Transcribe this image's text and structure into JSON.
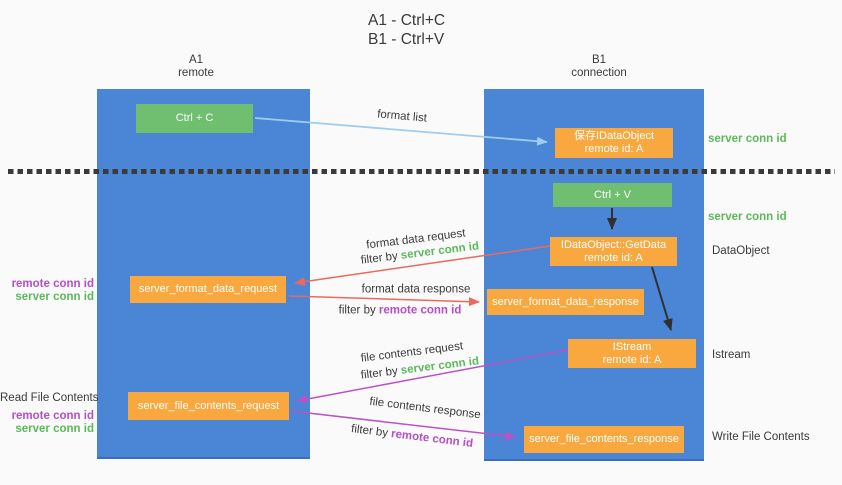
{
  "title": {
    "line1": "A1 - Ctrl+C",
    "line2": "B1 - Ctrl+V"
  },
  "columns": {
    "a1": {
      "name": "A1",
      "subtitle": "remote"
    },
    "b1": {
      "name": "B1",
      "subtitle": "connection"
    }
  },
  "nodes": {
    "ctrl_c": "Ctrl + C",
    "ctrl_v": "Ctrl + V",
    "save_dataobject": {
      "line1": "保存IDataObject",
      "line2": "remote id: A"
    },
    "getdata": {
      "line1": "IDataObject::GetData",
      "line2": "remote id: A"
    },
    "istream": {
      "line1": "IStream",
      "line2": "remote id: A"
    },
    "format_request": "server_format_data_request",
    "format_response": "server_format_data_response",
    "file_request": "server_file_contents_request",
    "file_response": "server_file_contents_response"
  },
  "labels": {
    "format_list": "format list",
    "format_data_request": "format data request",
    "format_data_response": "format data response",
    "file_contents_request": "file contents request",
    "file_contents_response": "file contents response",
    "filter_by": "filter by "
  },
  "annotations": {
    "server_conn_id": "server conn id",
    "remote_conn_id": "remote conn id",
    "dataobject": "DataObject",
    "istream": "Istream",
    "read_file_contents": "Read File Contents",
    "write_file_contents": "Write File Contents"
  },
  "colors": {
    "column_blue": "#4a85d6",
    "box_green": "#70bf71",
    "box_orange": "#f8a83e",
    "accent_green": "#5cb85c",
    "accent_purple": "#b44fc4",
    "arrow_red": "#e96b5e",
    "arrow_blue": "#9ecdf0",
    "arrow_magenta": "#bb52c5",
    "arrow_black": "#303030",
    "text_dark": "#3a3a3a",
    "background": "#fafafa"
  }
}
